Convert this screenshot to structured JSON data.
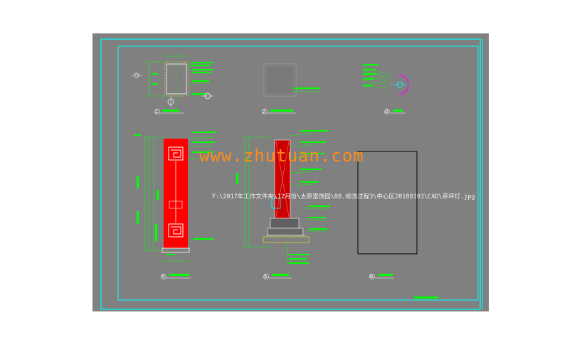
{
  "watermark": "www.zhutuan.com",
  "file_path": "F:\\2017年工作文件夹\\12月份\\太原富饶园\\08.修改过程3\\中心区20180103\\CAD\\草坪灯.jpg",
  "views": [
    {
      "number": "1"
    },
    {
      "number": "2"
    },
    {
      "number": "3"
    },
    {
      "number": "4"
    },
    {
      "number": "5"
    },
    {
      "number": "6"
    }
  ],
  "colors": {
    "background": "#808080",
    "frame": "#00ffff",
    "dimension": "#00ff00",
    "lamp_body": "#ff0000",
    "highlight": "#ff00ff",
    "text": "#ffffff",
    "watermark": "#ff8c1a"
  }
}
